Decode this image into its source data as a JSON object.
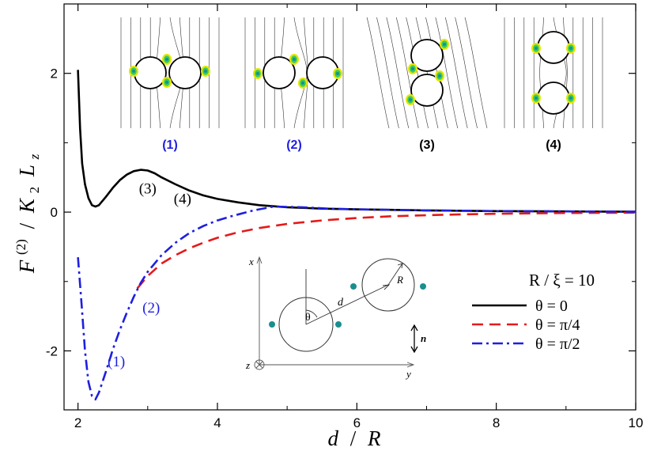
{
  "colors": {
    "black": "#000000",
    "red": "#e41a1a",
    "blue": "#1f1fe0",
    "teal": "#1a8f8f",
    "ring_yellow": "#e6e600",
    "ring_green": "#33cc66"
  },
  "chart_data": {
    "type": "line",
    "xlabel_main": "d",
    "xlabel_sep": "/",
    "xlabel_unit": "R",
    "ylabel": {
      "F": "F",
      "sup": "(2)",
      "sep": "/",
      "K": "K",
      "K_sub": "2",
      "L": "L",
      "L_sub": "z"
    },
    "xlim": [
      1.8,
      10
    ],
    "ylim": [
      -2.85,
      3.0
    ],
    "x_ticks": [
      2,
      4,
      6,
      8,
      10
    ],
    "x_tick_labels": [
      "2",
      "4",
      "6",
      "8",
      "10"
    ],
    "y_ticks": [
      -2,
      0,
      2
    ],
    "y_tick_labels": [
      "-2",
      "0",
      "2"
    ],
    "grid": false,
    "legend": {
      "placement": "lower-right",
      "title": "R / ξ = 10",
      "entries": [
        "θ = 0",
        "θ = π/4",
        "θ = π/2"
      ]
    },
    "series": [
      {
        "name": "θ = 0",
        "color": "#000000",
        "dash": "solid",
        "x": [
          2.0,
          2.03,
          2.06,
          2.1,
          2.15,
          2.2,
          2.25,
          2.3,
          2.4,
          2.5,
          2.6,
          2.7,
          2.8,
          2.9,
          3.0,
          3.1,
          3.2,
          3.4,
          3.6,
          3.8,
          4.0,
          4.3,
          4.6,
          5.0,
          5.5,
          6.0,
          7.0,
          8.0,
          9.0,
          10.0
        ],
        "y": [
          2.05,
          1.2,
          0.7,
          0.4,
          0.2,
          0.1,
          0.08,
          0.1,
          0.22,
          0.35,
          0.46,
          0.54,
          0.59,
          0.61,
          0.6,
          0.56,
          0.5,
          0.4,
          0.31,
          0.24,
          0.19,
          0.14,
          0.1,
          0.07,
          0.05,
          0.04,
          0.025,
          0.015,
          0.01,
          0.005
        ]
      },
      {
        "name": "θ = π/4",
        "color": "#e41a1a",
        "dash": "dashed",
        "x": [
          2.85,
          3.0,
          3.2,
          3.4,
          3.6,
          3.8,
          4.0,
          4.3,
          4.6,
          5.0,
          5.5,
          6.0,
          6.5,
          7.0,
          7.5,
          8.0,
          9.0,
          10.0
        ],
        "y": [
          -1.1,
          -0.92,
          -0.74,
          -0.62,
          -0.52,
          -0.44,
          -0.37,
          -0.29,
          -0.23,
          -0.17,
          -0.12,
          -0.085,
          -0.06,
          -0.045,
          -0.032,
          -0.024,
          -0.013,
          -0.008
        ]
      },
      {
        "name": "θ = π/2",
        "color": "#1f1fe0",
        "dash": "dashdot",
        "x": [
          2.0,
          2.05,
          2.1,
          2.15,
          2.2,
          2.25,
          2.3,
          2.4,
          2.5,
          2.6,
          2.7,
          2.8,
          2.9,
          3.0,
          3.2,
          3.4,
          3.6,
          3.8,
          4.0,
          4.2,
          4.5,
          4.8,
          5.2,
          5.6,
          6.0,
          7.0,
          8.0,
          9.0,
          10.0
        ],
        "y": [
          -0.65,
          -1.3,
          -2.0,
          -2.45,
          -2.65,
          -2.7,
          -2.6,
          -2.3,
          -1.98,
          -1.7,
          -1.45,
          -1.22,
          -1.02,
          -0.86,
          -0.62,
          -0.44,
          -0.3,
          -0.2,
          -0.12,
          -0.06,
          0.02,
          0.08,
          0.07,
          0.05,
          0.04,
          0.025,
          0.015,
          0.01,
          0.005
        ]
      }
    ],
    "annotations": [
      {
        "text": "(3)",
        "x": 3.0,
        "y": 0.27,
        "color": "#000000"
      },
      {
        "text": "(4)",
        "x": 3.5,
        "y": 0.12,
        "color": "#000000"
      },
      {
        "text": "(2)",
        "x": 3.05,
        "y": -1.45,
        "color": "#1f1fe0"
      },
      {
        "text": "(1)",
        "x": 2.55,
        "y": -2.22,
        "color": "#1f1fe0"
      }
    ],
    "configurations": [
      {
        "label": "(1)",
        "label_color": "#1f1fe0"
      },
      {
        "label": "(2)",
        "label_color": "#1f1fe0"
      },
      {
        "label": "(3)",
        "label_color": "#000000"
      },
      {
        "label": "(4)",
        "label_color": "#000000"
      }
    ],
    "geometry_inset": {
      "x_axis_label": "x",
      "y_axis_label": "y",
      "z_axis_label": "z",
      "angle_label": "θ",
      "distance_label": "d",
      "radius_label": "R",
      "director_label": "n"
    }
  }
}
